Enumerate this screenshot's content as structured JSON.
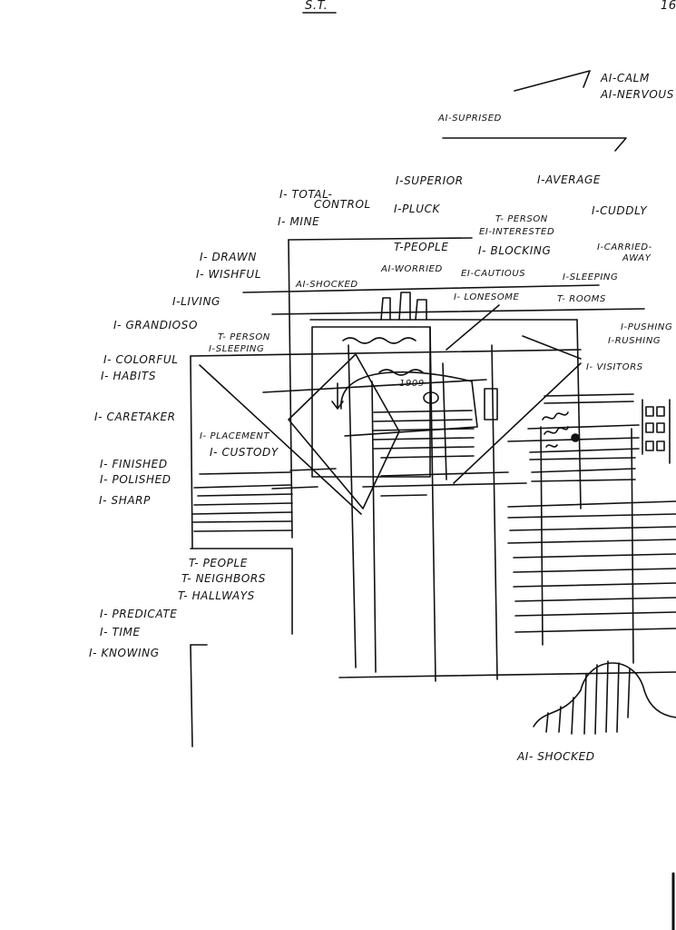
{
  "header": {
    "initials": "S.T.",
    "page_number": "16"
  },
  "labels": {
    "ai_calm": "AI-CALM",
    "ai_nervous": "AI-NERVOUS",
    "ai_suprised": "AI-SUPRISED",
    "total_control_1": "I- TOTAL-",
    "total_control_2": "CONTROL",
    "mine": "I- MINE",
    "superior": "I-SUPERIOR",
    "pluck": "I-PLUCK",
    "average": "I-AVERAGE",
    "cuddly": "I-CUDDLY",
    "t_person_top": "T- PERSON",
    "ei_interested": "EI-INTERESTED",
    "t_people_mid": "T-PEOPLE",
    "blocking": "I- BLOCKING",
    "carried_away_1": "I-CARRIED-",
    "carried_away_2": "AWAY",
    "ai_worried": "AI-WORRIED",
    "ei_cautious": "EI-CAUTIOUS",
    "sleeping_right": "I-SLEEPING",
    "drawn": "I- DRAWN",
    "wishful": "I- WISHFUL",
    "ai_shocked_small": "AI-SHOCKED",
    "living": "I-LIVING",
    "lonesome": "I- LONESOME",
    "t_rooms": "T- ROOMS",
    "grandioso": "I- GRANDIOSO",
    "t_person_left": "T- PERSON",
    "sleeping_left": "I-SLEEPING",
    "pushing": "I-PUSHING",
    "rushing": "I-RUSHING",
    "colorful": "I- COLORFUL",
    "habits": "I- HABITS",
    "visitors": "I- VISITORS",
    "caretaker": "I- CARETAKER",
    "placement": "I- PLACEMENT",
    "custody": "I- CUSTODY",
    "finished": "I- FINISHED",
    "polished": "I- POLISHED",
    "sharp": "I- SHARP",
    "t_people_lower": "T- PEOPLE",
    "t_neighbors": "T- NEIGHBORS",
    "t_hallways": "T- HALLWAYS",
    "predicate": "I- PREDICATE",
    "time": "I- TIME",
    "knowing": "I- KNOWING",
    "ai_shocked_bottom": "AI- SHOCKED",
    "ship_number": "1909"
  }
}
